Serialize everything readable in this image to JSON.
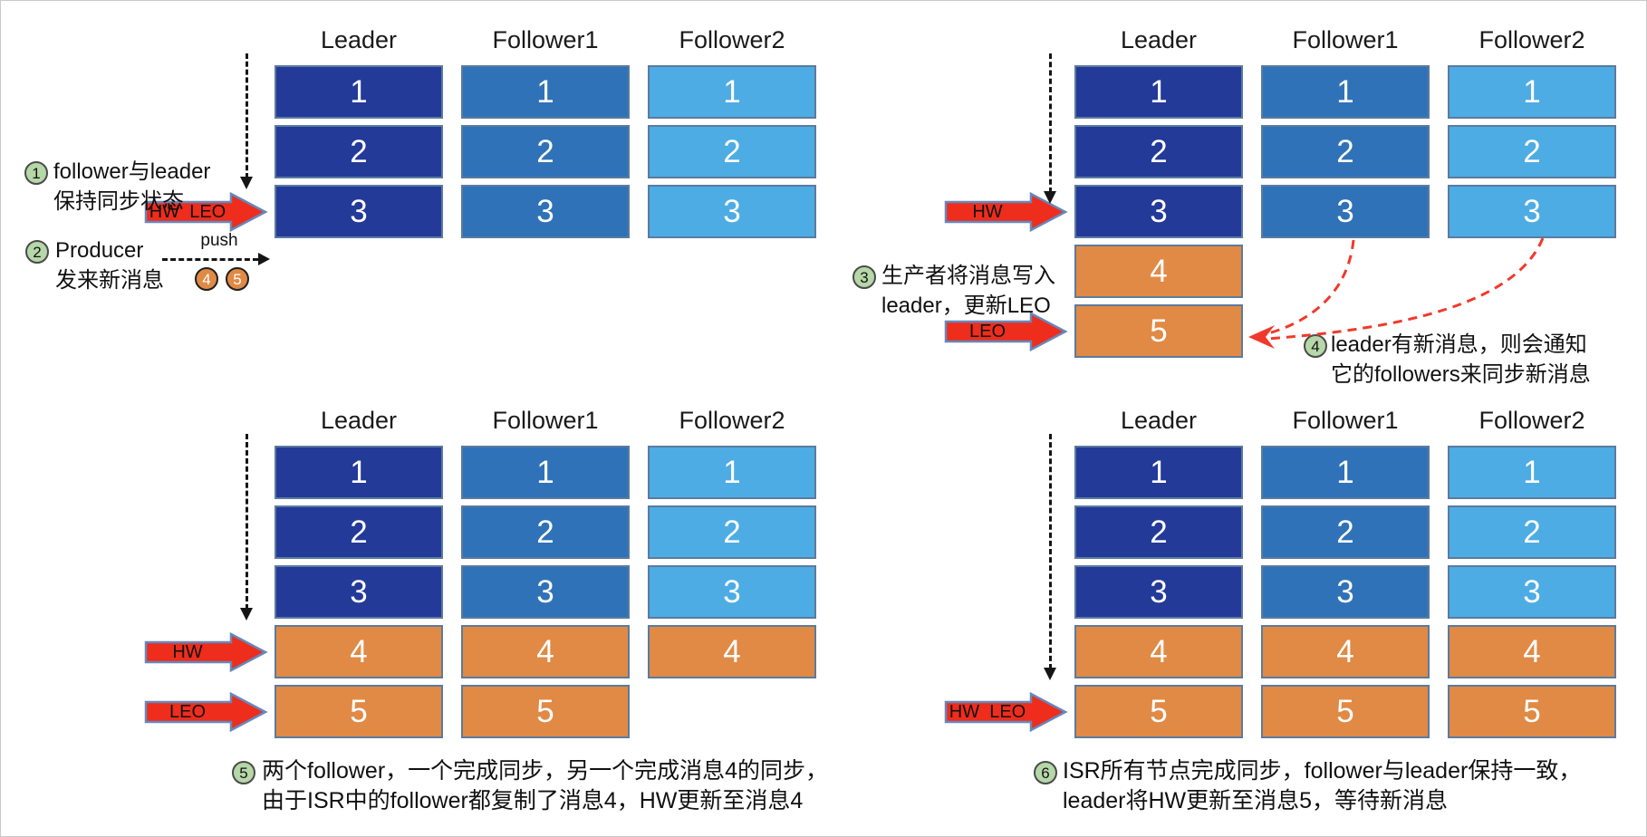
{
  "colors": {
    "leader": "#233A99",
    "follower1": "#2F72B8",
    "follower2": "#4DACE4",
    "new_message": "#E08A45",
    "box_border": "#5B7B9E",
    "arrow_fill": "#EE2D1D",
    "arrow_border": "#6688BB",
    "badge_green": "#B6D7A8",
    "badge_orange": "#E08A45",
    "red_dashed": "#F0392B"
  },
  "panels": {
    "p1": {
      "columns": [
        {
          "header": "Leader",
          "color": "leader",
          "boxes": [
            "1",
            "2",
            "3"
          ]
        },
        {
          "header": "Follower1",
          "color": "follower1",
          "boxes": [
            "1",
            "2",
            "3"
          ]
        },
        {
          "header": "Follower2",
          "color": "follower2",
          "boxes": [
            "1",
            "2",
            "3"
          ]
        }
      ],
      "pointers": [
        {
          "label": "HW  LEO",
          "row": 3
        }
      ]
    },
    "p2": {
      "columns": [
        {
          "header": "Leader",
          "color": "leader",
          "boxes": [
            "1",
            "2",
            "3",
            "4",
            "5"
          ]
        },
        {
          "header": "Follower1",
          "color": "follower1",
          "boxes": [
            "1",
            "2",
            "3"
          ]
        },
        {
          "header": "Follower2",
          "color": "follower2",
          "boxes": [
            "1",
            "2",
            "3"
          ]
        }
      ],
      "pointers": [
        {
          "label": "HW",
          "row": 3
        },
        {
          "label": "LEO",
          "row": 5
        }
      ]
    },
    "p3": {
      "columns": [
        {
          "header": "Leader",
          "color": "leader",
          "boxes": [
            "1",
            "2",
            "3",
            "4",
            "5"
          ]
        },
        {
          "header": "Follower1",
          "color": "follower1",
          "boxes": [
            "1",
            "2",
            "3",
            "4",
            "5"
          ]
        },
        {
          "header": "Follower2",
          "color": "follower2",
          "boxes": [
            "1",
            "2",
            "3",
            "4"
          ]
        }
      ],
      "pointers": [
        {
          "label": "HW",
          "row": 4
        },
        {
          "label": "LEO",
          "row": 5
        }
      ]
    },
    "p4": {
      "columns": [
        {
          "header": "Leader",
          "color": "leader",
          "boxes": [
            "1",
            "2",
            "3",
            "4",
            "5"
          ]
        },
        {
          "header": "Follower1",
          "color": "follower1",
          "boxes": [
            "1",
            "2",
            "3",
            "4",
            "5"
          ]
        },
        {
          "header": "Follower2",
          "color": "follower2",
          "boxes": [
            "1",
            "2",
            "3",
            "4",
            "5"
          ]
        }
      ],
      "pointers": [
        {
          "label": "HW  LEO",
          "row": 5
        }
      ]
    }
  },
  "annotations": {
    "a1": {
      "badge": "1",
      "line1": "follower与leader",
      "line2": "保持同步状态"
    },
    "a2": {
      "badge": "2",
      "line1": "Producer",
      "line2": "发来新消息",
      "push_label": "push",
      "message_badges": [
        "4",
        "5"
      ]
    },
    "a3": {
      "badge": "3",
      "line1": "生产者将消息写入",
      "line2": "leader，更新LEO"
    },
    "a4": {
      "badge": "4",
      "line1": "leader有新消息，则会通知",
      "line2": "它的followers来同步新消息"
    },
    "a5": {
      "badge": "5",
      "line1": "两个follower，一个完成同步，另一个完成消息4的同步，",
      "line2": "由于ISR中的follower都复制了消息4，HW更新至消息4"
    },
    "a6": {
      "badge": "6",
      "line1": "ISR所有节点完成同步，follower与leader保持一致，",
      "line2": "leader将HW更新至消息5，等待新消息"
    }
  }
}
